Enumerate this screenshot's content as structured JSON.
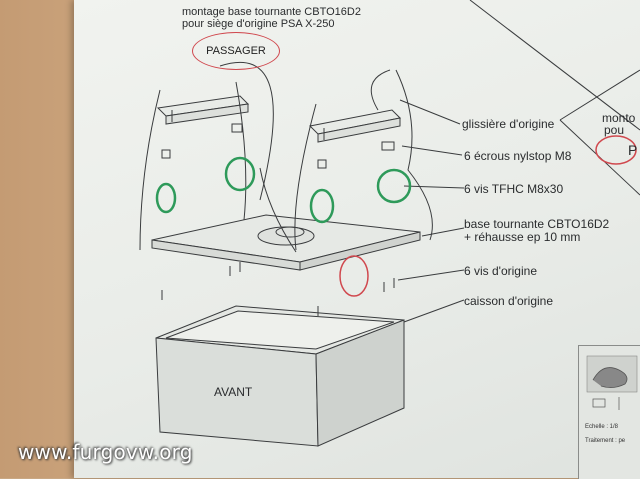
{
  "header": {
    "line1": "montage base tournante CBTO16D2",
    "line2": "pour siège d'origine PSA X-250"
  },
  "side_label": "PASSAGER",
  "callouts": {
    "glissiere": "glissière d'origine",
    "ecrous": "6 écrous nylstop M8",
    "vis_tfhc": "6 vis TFHC M8x30",
    "base_line1": "base tournante CBTO16D2",
    "base_line2": "+ réhausse ep 10 mm",
    "vis_origine": "6 vis d'origine",
    "caisson": "caisson d'origine"
  },
  "front_label": "AVANT",
  "right_partial": {
    "text1": "monto",
    "text2": "pou",
    "circle_letter": "P"
  },
  "title_block": {
    "echelle": "Echelle : 1/8",
    "traitement": "Traitement : pe"
  },
  "watermark": "www.furgovw.org",
  "colors": {
    "highlight_green": "#2e9a5a",
    "highlight_red": "#d0484e",
    "ink": "#2a2c2e"
  }
}
